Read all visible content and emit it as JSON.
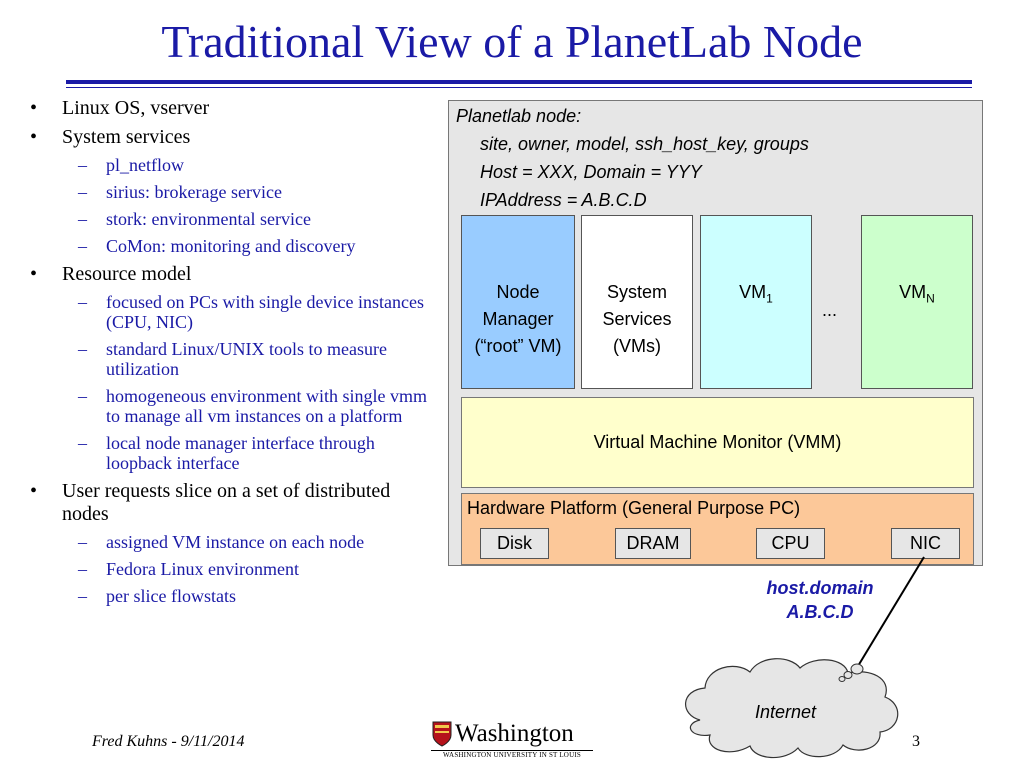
{
  "slide": {
    "title": "Traditional View of a PlanetLab Node",
    "footer_author": "Fred Kuhns - 9/11/2014",
    "page_number": "3",
    "logo_word": "Washington",
    "logo_sub": "WASHINGTON UNIVERSITY IN ST LOUIS"
  },
  "bullets": [
    {
      "level": 1,
      "text": "Linux OS, vserver"
    },
    {
      "level": 1,
      "text": "System services"
    },
    {
      "level": 2,
      "text": "pl_netflow"
    },
    {
      "level": 2,
      "text": "sirius: brokerage service"
    },
    {
      "level": 2,
      "text": "stork: environmental service"
    },
    {
      "level": 2,
      "text": "CoMon: monitoring and discovery"
    },
    {
      "level": 1,
      "text": "Resource model"
    },
    {
      "level": 2,
      "text": "focused on PCs with single device instances (CPU, NIC)"
    },
    {
      "level": 2,
      "text": "standard Linux/UNIX tools to measure utilization"
    },
    {
      "level": 2,
      "text": "homogeneous environment with single vmm to manage all vm instances on a platform"
    },
    {
      "level": 2,
      "text": "local node manager interface through loopback interface"
    },
    {
      "level": 1,
      "text": "User requests slice on a set of distributed nodes"
    },
    {
      "level": 2,
      "text": "assigned VM instance on each node"
    },
    {
      "level": 2,
      "text": "Fedora Linux environment"
    },
    {
      "level": 2,
      "text": "per slice flowstats"
    }
  ],
  "bullet_markers": {
    "level1": "•",
    "level2": "–"
  },
  "diagram": {
    "node_header": "Planetlab node:",
    "node_attrs": [
      "site, owner, model, ssh_host_key, groups",
      "Host = XXX, Domain = YYY",
      "IPAddress = A.B.C.D"
    ],
    "node_manager": [
      "Node",
      "Manager",
      "(“root” VM)"
    ],
    "system_services": [
      "System",
      "Services",
      "(VMs)"
    ],
    "vm1": {
      "base": "VM",
      "sub": "1"
    },
    "ellipsis": "...",
    "vmn": {
      "base": "VM",
      "sub": "N"
    },
    "vmm": "Virtual Machine Monitor (VMM)",
    "hardware_title": "Hardware Platform (General Purpose PC)",
    "hw_disk": "Disk",
    "hw_dram": "DRAM",
    "hw_cpu": "CPU",
    "hw_nic": "NIC",
    "host_domain": "host.domain",
    "host_ip": "A.B.C.D",
    "internet": "Internet"
  },
  "colors": {
    "title": "#1a1aa6",
    "node_manager_fill": "#99ccff",
    "system_services_fill": "#ffffff",
    "vm1_fill": "#ccffff",
    "vmn_fill": "#ccffcc",
    "vmm_fill": "#ffffcc",
    "hardware_fill": "#fcc899",
    "node_fill": "#e6e6e6",
    "cloud_fill": "#e6e6e6"
  }
}
